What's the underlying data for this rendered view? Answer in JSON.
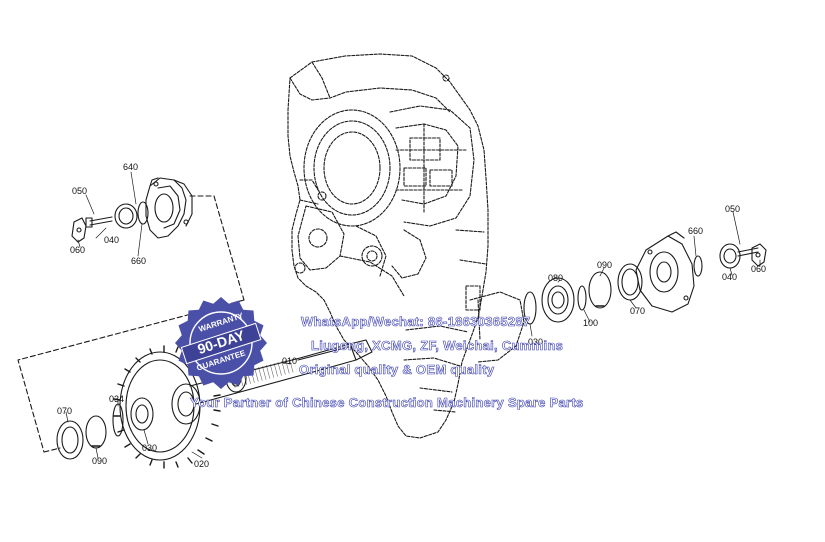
{
  "labels": [
    {
      "id": "p640a",
      "text": "640"
    },
    {
      "id": "p050a",
      "text": "050"
    },
    {
      "id": "p040a",
      "text": "040"
    },
    {
      "id": "p060a",
      "text": "060"
    },
    {
      "id": "p660a",
      "text": "660"
    },
    {
      "id": "p050b",
      "text": "050"
    },
    {
      "id": "p660b",
      "text": "660"
    },
    {
      "id": "p040b",
      "text": "040"
    },
    {
      "id": "p060b",
      "text": "060"
    },
    {
      "id": "p090a",
      "text": "090"
    },
    {
      "id": "p080",
      "text": "080"
    },
    {
      "id": "p070a",
      "text": "070"
    },
    {
      "id": "p100",
      "text": "100"
    },
    {
      "id": "p030a",
      "text": "030"
    },
    {
      "id": "p010",
      "text": "010"
    },
    {
      "id": "p034",
      "text": "034"
    },
    {
      "id": "p070b",
      "text": "070"
    },
    {
      "id": "p090b",
      "text": "090"
    },
    {
      "id": "p030b",
      "text": "030"
    },
    {
      "id": "p020",
      "text": "020"
    }
  ],
  "watermark": {
    "line1": "WhatsApp/Wechat: 86-18630365287",
    "line2": "Liugong, XCMG, ZF, Weichai, Cummins",
    "line3": "Original quality & OEM quality",
    "line4": "Your Partner of Chinese Construction Machinery Spare Parts"
  },
  "badge": {
    "top": "WARRANTY",
    "middle": "90-DAY",
    "bottom": "GUARANTEE",
    "color": "#4a4fa8"
  },
  "colors": {
    "line": "#1a1a1a",
    "watermark_stroke": "#3b3fb0"
  }
}
